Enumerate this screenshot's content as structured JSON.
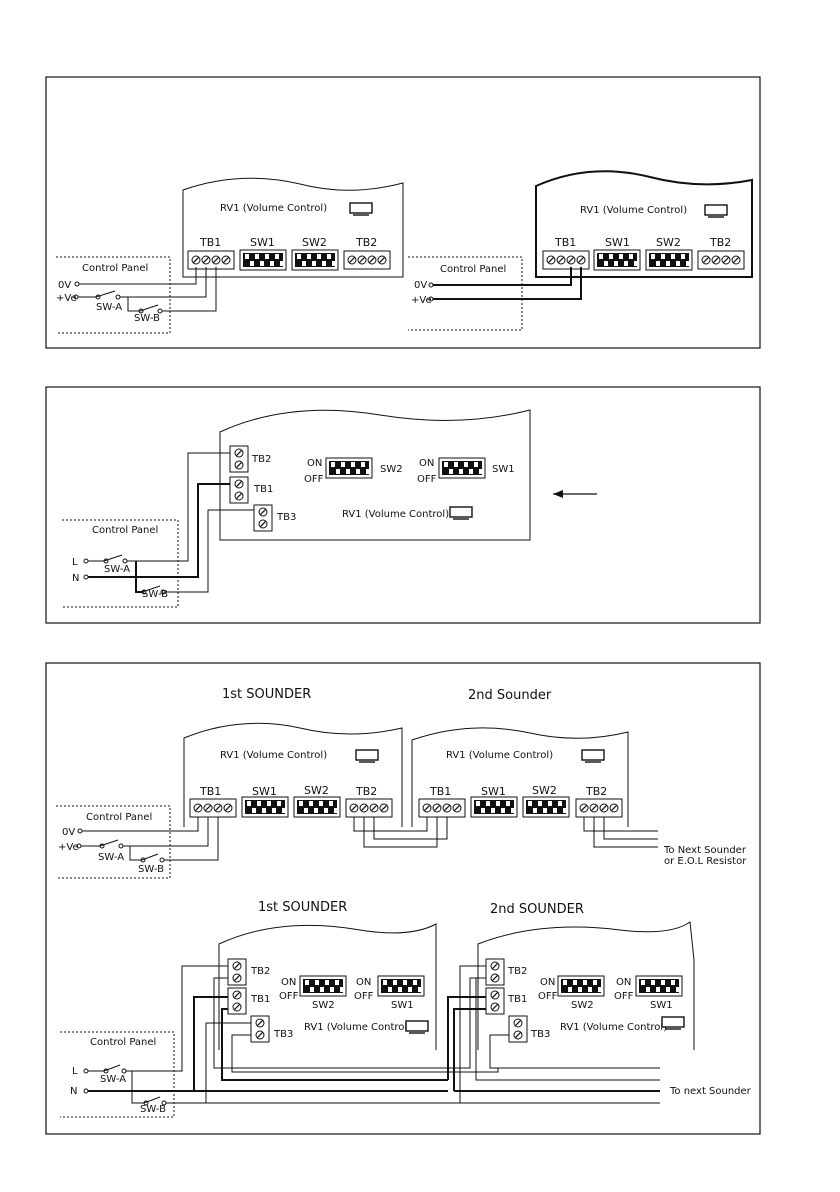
{
  "panel1": {
    "left": {
      "rv1": "RV1 (Volume Control)",
      "tb1": "TB1",
      "sw1": "SW1",
      "sw2": "SW2",
      "tb2": "TB2",
      "control_panel": "Control Panel",
      "zero_v": "0V",
      "plus_ve": "+Ve",
      "swa": "SW-A",
      "swb": "SW-B"
    },
    "right": {
      "rv1": "RV1 (Volume Control)",
      "tb1": "TB1",
      "sw1": "SW1",
      "sw2": "SW2",
      "tb2": "TB2",
      "control_panel": "Control Panel",
      "zero_v": "0V",
      "plus_ve": "+Ve"
    }
  },
  "panel2": {
    "tb2": "TB2",
    "tb1": "TB1",
    "tb3": "TB3",
    "on_a": "ON",
    "off_a": "OFF",
    "sw2": "SW2",
    "on_b": "ON",
    "off_b": "OFF",
    "sw1": "SW1",
    "rv1": "RV1 (Volume Control)",
    "control_panel": "Control Panel",
    "l": "L",
    "n": "N",
    "swa": "SW-A",
    "swb": "SW-B"
  },
  "panel3": {
    "first_title": "1st SOUNDER",
    "second_title": "2nd Sounder",
    "u1": {
      "rv1": "RV1 (Volume Control)",
      "tb1": "TB1",
      "sw1": "SW1",
      "sw2": "SW2",
      "tb2": "TB2"
    },
    "u2": {
      "rv1": "RV1 (Volume Control)",
      "tb1": "TB1",
      "sw1": "SW1",
      "sw2": "SW2",
      "tb2": "TB2"
    },
    "control_panel": "Control Panel",
    "zero_v": "0V",
    "plus_ve": "+Ve",
    "swa": "SW-A",
    "swb": "SW-B",
    "to_next_1": "To Next Sounder",
    "to_next_2": "or E.O.L Resistor"
  },
  "panel4": {
    "first_title": "1st SOUNDER",
    "second_title": "2nd SOUNDER",
    "u1": {
      "tb2": "TB2",
      "tb1": "TB1",
      "tb3": "TB3",
      "on_a": "ON",
      "off_a": "OFF",
      "sw2": "SW2",
      "on_b": "ON",
      "off_b": "OFF",
      "sw1": "SW1",
      "rv1": "RV1 (Volume Control)"
    },
    "u2": {
      "tb2": "TB2",
      "tb1": "TB1",
      "tb3": "TB3",
      "on_a": "ON",
      "off_a": "OFF",
      "sw2": "SW2",
      "on_b": "ON",
      "off_b": "OFF",
      "sw1": "SW1",
      "rv1": "RV1 (Volume Control)"
    },
    "control_panel": "Control Panel",
    "l": "L",
    "n": "N",
    "swa": "SW-A",
    "swb": "SW-B",
    "to_next": "To next Sounder"
  }
}
